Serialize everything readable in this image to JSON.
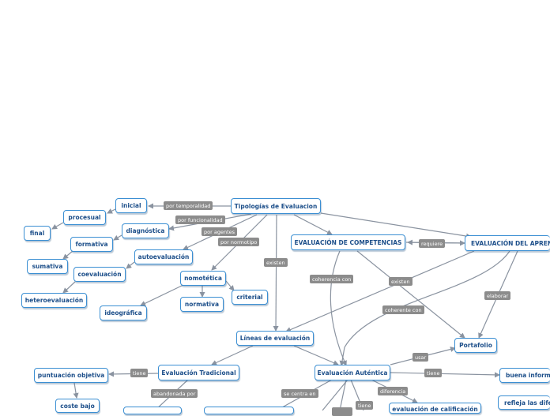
{
  "nodes": {
    "tipologias": "Tipologías de Evaluacion",
    "inicial": "inicial",
    "procesual": "procesual",
    "final": "final",
    "diagnostica": "diagnóstica",
    "formativa": "formativa",
    "sumativa": "sumativa",
    "autoevaluacion": "autoevaluación",
    "coevaluacion": "coevaluación",
    "heteroevaluacion": "heteroevaluación",
    "nomotetica": "nomotética",
    "ideografica": "ideográfica",
    "normativa": "normativa",
    "criterial": "criterial",
    "eval_competencias": "EVALUACIÓN DE COMPETENCIAS",
    "eval_aprendizaje": "EVALUACIÓN DEL APRENDIZAJE",
    "lineas": "Líneas de evaluación",
    "portafolio": "Portafolio",
    "eval_tradicional": "Evaluación Tradicional",
    "eval_autentica": "Evaluación Auténtica",
    "puntuacion_objetiva": "puntuación objetiva",
    "coste_bajo": "coste bajo",
    "buena_informacion": "buena información",
    "refleja_diferencias": "refleja las diferencias",
    "eval_calificacion": "evaluación de calificación"
  },
  "labels": {
    "por_temporalidad": "por temporalidad",
    "por_funcionalidad": "por funcionalidad",
    "por_agentes": "por agentes",
    "por_normotipo": "por normotipo",
    "existen_1": "existen",
    "coherencia_con": "coherencia con",
    "requiere": "requiere",
    "existen_2": "existen",
    "coherente_con": "coherente con",
    "elaborar": "elaborar",
    "usar": "usar",
    "tiene_1": "tiene",
    "tiene_2": "tiene",
    "abandonada_por": "abandonada por",
    "se_centra_en": "se centra en",
    "diferencia": "diferencia",
    "tiene_3": "tiene"
  },
  "colors": {
    "node_border": "#3b8fd3",
    "node_text": "#1d4f8a",
    "edge": "#8a93a0",
    "label_bg": "#8c8c8c"
  }
}
